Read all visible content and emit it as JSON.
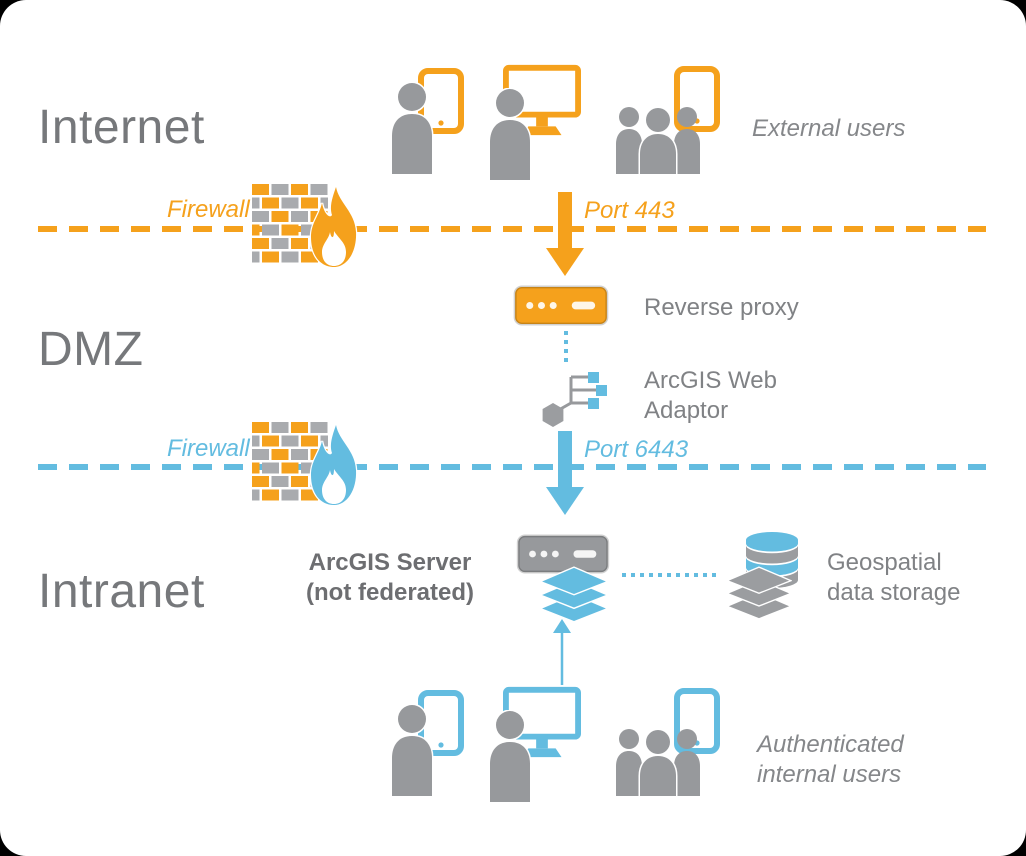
{
  "colors": {
    "orange": "#F5A11C",
    "blue": "#63BCE0",
    "icon_gray": "#97999C",
    "caption_gray": "#85878A",
    "zone_label_gray": "#76787B",
    "server_text_gray": "#6D6E71"
  },
  "zones": {
    "internet": {
      "label": "Internet"
    },
    "dmz": {
      "label": "DMZ"
    },
    "intranet": {
      "label": "Intranet"
    }
  },
  "captions": {
    "external_users": "External users",
    "internal_users": "Authenticated internal users"
  },
  "firewalls": {
    "top": {
      "label": "Firewall",
      "port": "Port 443"
    },
    "bottom": {
      "label": "Firewall",
      "port": "Port 6443"
    }
  },
  "nodes": {
    "reverse_proxy": {
      "label": "Reverse proxy"
    },
    "web_adaptor": {
      "label": "ArcGIS Web Adaptor"
    },
    "arcgis_server": {
      "title": "ArcGIS Server",
      "subtitle": "(not federated)"
    },
    "data_storage": {
      "label": "Geospatial data storage"
    }
  },
  "icons": {
    "person": "user-silhouette",
    "tablet": "tablet-outline",
    "monitor": "desktop-monitor",
    "user_group": "three-person-group",
    "firewall": "brick-wall-with-flame",
    "server_box": "rack-server",
    "web_adaptor": "network-nodes",
    "layers": "stacked-layers",
    "database": "striped-cylinder",
    "arrow_down": "thick-down-arrow",
    "arrow_up": "thin-up-arrow"
  }
}
